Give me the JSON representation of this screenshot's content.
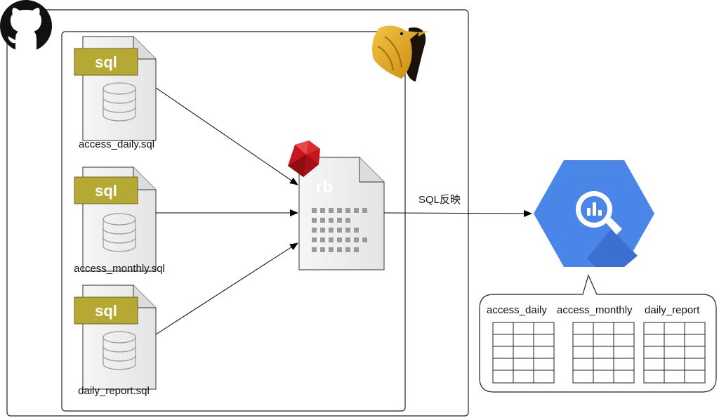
{
  "files": [
    {
      "name": "access_daily.sql",
      "tag": "sql"
    },
    {
      "name": "access_monthly.sql",
      "tag": "sql"
    },
    {
      "name": "daily_report.sql",
      "tag": "sql"
    }
  ],
  "script_file": {
    "tag": "rb"
  },
  "edge_label": "SQL反映",
  "tables": [
    {
      "name": "access_daily"
    },
    {
      "name": "access_monthly"
    },
    {
      "name": "daily_report"
    }
  ],
  "icons": {
    "repo": "github-octocat-icon",
    "tool": "bird-logo-icon",
    "script": "ruby-gem-icon",
    "warehouse": "bigquery-icon"
  },
  "colors": {
    "sql_tag": "#b5a833",
    "bigquery_blue": "#4a86e8",
    "ruby_red": "#c4161c",
    "file_fill": "#eeeeee"
  }
}
